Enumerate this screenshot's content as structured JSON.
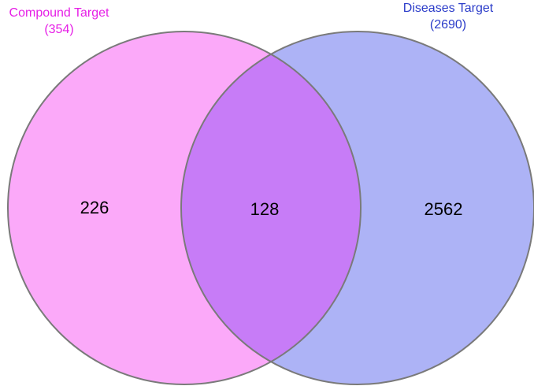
{
  "sets": [
    {
      "name": "Compound Target",
      "size_text": "(354)",
      "fill_color": "#fba9f9",
      "label_color": "#e61ee6"
    },
    {
      "name": "Diseases Target",
      "size_text": "(2690)",
      "fill_color": "#adb3f6",
      "label_color": "#2b3cc9"
    }
  ],
  "regions": {
    "left_only": "226",
    "intersection": "128",
    "right_only": "2562"
  },
  "colors": {
    "intersection_fill": "#c77cf7",
    "outline": "#7a7a7a"
  }
}
